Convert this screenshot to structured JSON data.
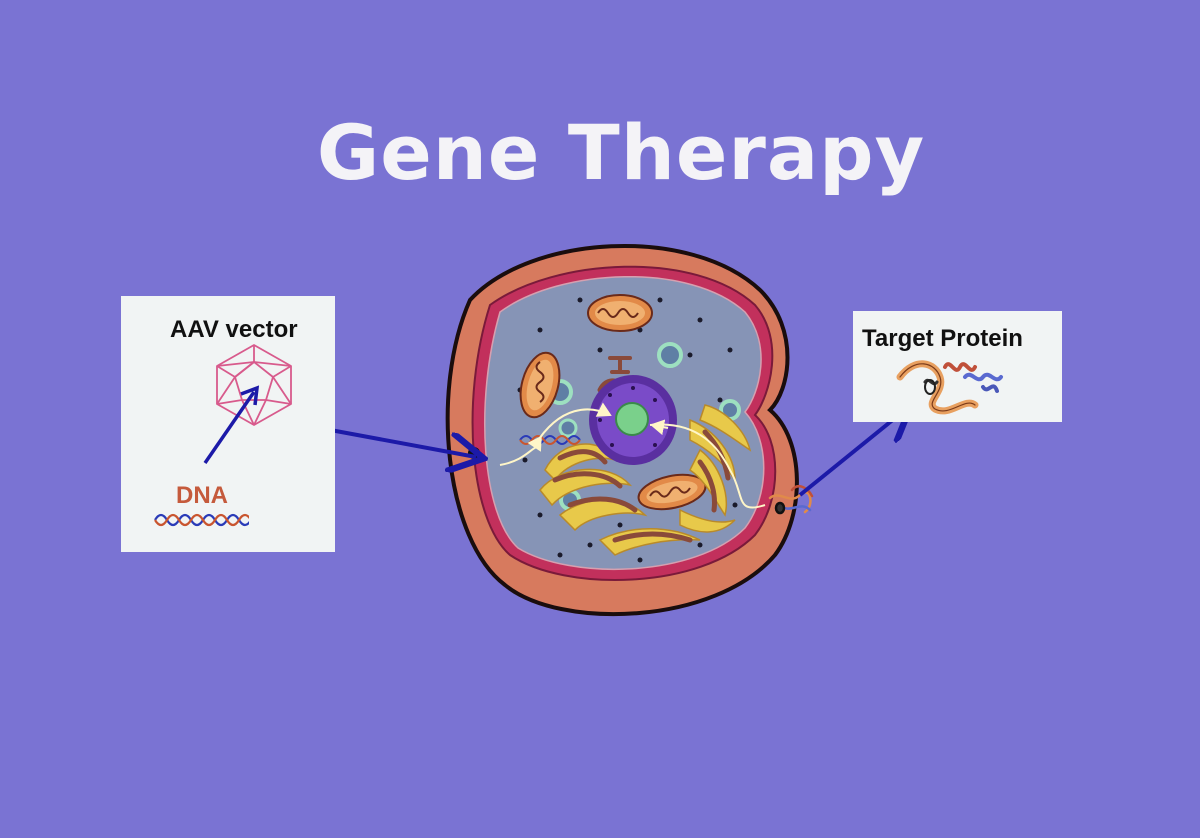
{
  "title": "Gene Therapy",
  "aav_card": {
    "vector_label": "AAV vector",
    "dna_label": "DNA"
  },
  "protein_card": {
    "label": "Target Protein"
  },
  "colors": {
    "background": "#7a73d3",
    "arrow": "#1c1aa8",
    "cell_wall": "#d77a5e",
    "membrane": "#c2305c",
    "cytoplasm": "#8694b6",
    "nucleus": "#6b3fb4",
    "nucleolus": "#7ad08b",
    "capsid": "#d85a8c",
    "dna_blue": "#2a3bb8",
    "dna_red": "#c9552f"
  }
}
